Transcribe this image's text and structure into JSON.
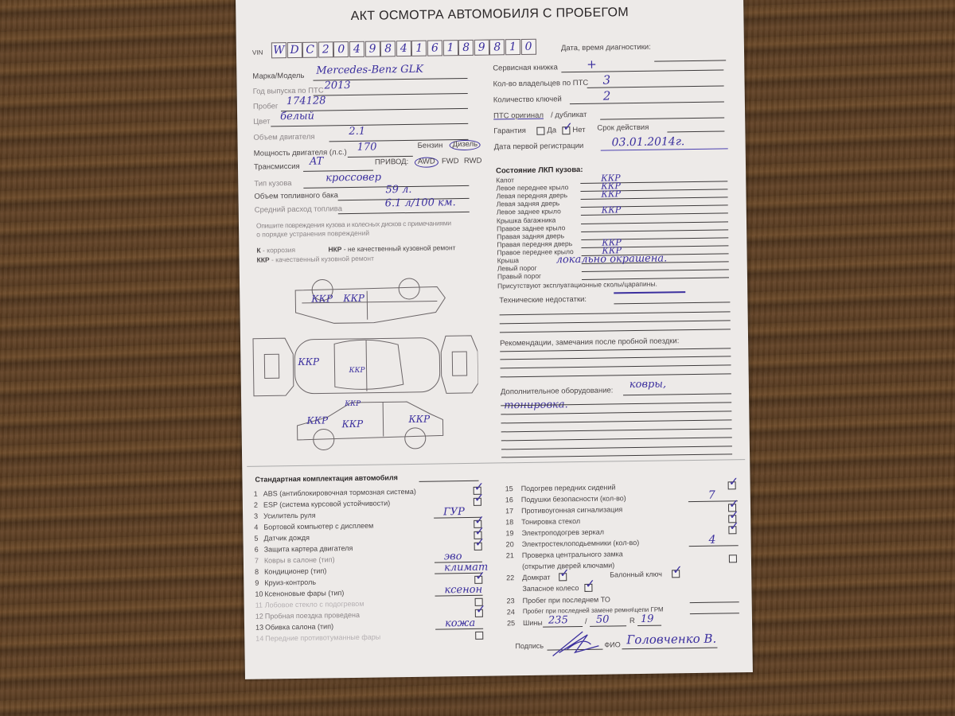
{
  "title": "АКТ ОСМОТРА АВТОМОБИЛЯ С ПРОБЕГОМ",
  "vin": {
    "label": "VIN",
    "chars": [
      "W",
      "D",
      "C",
      "2",
      "0",
      "4",
      "9",
      "8",
      "4",
      "1",
      "6",
      "1",
      "8",
      "9",
      "8",
      "1",
      "0"
    ]
  },
  "left_fields": [
    {
      "label": "Марка/Модель",
      "value": "Mercedes-Benz GLK"
    },
    {
      "label": "Год выпуска по ПТС",
      "value": "2013"
    },
    {
      "label": "Пробег",
      "value": "174128"
    },
    {
      "label": "Цвет",
      "value": "белый"
    },
    {
      "label": "Объем двигателя",
      "value": "2.1"
    },
    {
      "label": "Мощность двигателя (л.с.)",
      "value": "170"
    },
    {
      "label": "Трансмиссия",
      "value": "AT"
    },
    {
      "label": "Тип кузова",
      "value": "кроссовер"
    },
    {
      "label": "Объем топливного бака",
      "value": "59 л."
    },
    {
      "label": "Средний расход топлива",
      "value": "6.1 л/100 км."
    }
  ],
  "fuel": {
    "petrol": "Бензин",
    "diesel": "Дизель",
    "selected": "Дизель"
  },
  "drive": {
    "label": "ПРИВОД:",
    "options": [
      "AWD",
      "FWD",
      "RWD"
    ],
    "selected": "AWD"
  },
  "right_fields": {
    "diag_date": "Дата, время диагностики:",
    "service_book": {
      "label": "Сервисная книжка",
      "value": "+"
    },
    "owners": {
      "label": "Кол-во владельцев по ПТС",
      "value": "3"
    },
    "keys": {
      "label": "Количество ключей",
      "value": "2"
    },
    "pts": {
      "label_a": "ПТС оригинал",
      "label_b": " / дубликат",
      "selected": "оригинал"
    },
    "warranty": {
      "label": "Гарантия",
      "yes": "Да",
      "no": "Нет",
      "yes_checked": false,
      "no_checked": true,
      "term_label": "Срок действия"
    },
    "first_reg": {
      "label": "Дата первой регистрации",
      "value": "03.01.2014г."
    }
  },
  "paint": {
    "title": "Состояние ЛКП кузова:",
    "items": [
      {
        "label": "Капот",
        "value": "ККР"
      },
      {
        "label": "Левое переднее крыло",
        "value": "ККР"
      },
      {
        "label": "Левая передняя  дверь",
        "value": "ККР"
      },
      {
        "label": "Левая задняя дверь",
        "value": ""
      },
      {
        "label": "Левое заднее крыло",
        "value": "ККР"
      },
      {
        "label": "Крышка багажника",
        "value": ""
      },
      {
        "label": "Правое заднее крыло",
        "value": ""
      },
      {
        "label": "Правая задняя дверь",
        "value": ""
      },
      {
        "label": "Правая передняя дверь",
        "value": "ККР"
      },
      {
        "label": "Правое переднее крыло",
        "value": "ККР"
      },
      {
        "label": "Крыша",
        "value": "локально окрашена."
      },
      {
        "label": "Левый порог",
        "value": ""
      },
      {
        "label": "Правый порог",
        "value": ""
      }
    ],
    "chips": "Присутствуют эксплуатационные сколы/царапины."
  },
  "tech_label": "Технические недостатки:",
  "recommend_label": "Рекомендации, замечания после пробной поездки:",
  "extra": {
    "label": "Дополнительное оборудование:",
    "value1": "ковры,",
    "value2": "тонировка."
  },
  "damage": {
    "instr1": "Опишите повреждения кузова и колесных дисков с примечаниями",
    "instr2": "о порядке устранения повреждений",
    "k": "К",
    "k_text": " - коррозия",
    "nkr": "НКР",
    "nkr_text": " - не качественный кузовной ремонт",
    "kkr": "ККР",
    "kkr_text": " - качественный кузовной ремонт",
    "marks": [
      "ККР",
      "ККР",
      "ККР",
      "ККР",
      "ККР",
      "ККР",
      "ККР",
      "ККР"
    ]
  },
  "equipment": {
    "title": "Стандартная комплектация автомобиля",
    "left": [
      {
        "n": "1",
        "label": "ABS (антиблокировочная тормозная система)",
        "checked": true,
        "value": ""
      },
      {
        "n": "2",
        "label": "ESP (система курсовой устойчивости)",
        "checked": true,
        "value": ""
      },
      {
        "n": "3",
        "label": "Усилитель руля",
        "checked": false,
        "value": "ГУР"
      },
      {
        "n": "4",
        "label": "Бортовой компьютер с дисплеем",
        "checked": true,
        "value": ""
      },
      {
        "n": "5",
        "label": "Датчик дождя",
        "checked": true,
        "value": ""
      },
      {
        "n": "6",
        "label": "Защита картера двигателя",
        "checked": true,
        "value": ""
      },
      {
        "n": "7",
        "label": "Ковры в салоне (тип)",
        "checked": false,
        "value": "эво"
      },
      {
        "n": "8",
        "label": "Кондиционер (тип)",
        "checked": false,
        "value": "климат"
      },
      {
        "n": "9",
        "label": "Круиз-контроль",
        "checked": true,
        "value": ""
      },
      {
        "n": "10",
        "label": "Ксеноновые фары (тип)",
        "checked": false,
        "value": "ксенон"
      },
      {
        "n": "11",
        "label": "Лобовое стекло с подогревом",
        "checked": false,
        "value": ""
      },
      {
        "n": "12",
        "label": "Пробная поездка проведена",
        "checked": true,
        "value": ""
      },
      {
        "n": "13",
        "label": "Обивка салона (тип)",
        "checked": false,
        "value": "кожа"
      },
      {
        "n": "14",
        "label": "Передние противотуманные фары",
        "checked": false,
        "value": ""
      }
    ],
    "right": [
      {
        "n": "15",
        "label": "Подогрев передних сидений",
        "checked": true,
        "value": ""
      },
      {
        "n": "16",
        "label": "Подушки безопасности (кол-во)",
        "checked": false,
        "value": "7"
      },
      {
        "n": "17",
        "label": "Противоугонная сигнализация",
        "checked": true,
        "value": ""
      },
      {
        "n": "18",
        "label": "Тонировка стекол",
        "checked": true,
        "value": ""
      },
      {
        "n": "19",
        "label": "Электроподогрев зеркал",
        "checked": true,
        "value": ""
      },
      {
        "n": "20",
        "label": "Электростеклоподьемники (кол-во)",
        "checked": false,
        "value": "4"
      },
      {
        "n": "21",
        "label": "Проверка центрального замка",
        "checked": false,
        "value": ""
      }
    ],
    "lock_sub": "(открытие дверей ключами)",
    "jack": {
      "n": "22",
      "label": "Домкрат",
      "checked": true
    },
    "wrench": {
      "label": "Балонный ключ",
      "checked": true
    },
    "spare": {
      "label": "Запасное колесо",
      "checked": true
    },
    "last_to": {
      "n": "23",
      "label": "Пробег при последнем ТО"
    },
    "belt": {
      "n": "24",
      "label": "Пробег при последней замене ремня\\цепи ГРМ"
    },
    "tires": {
      "n": "25",
      "label": "Шины",
      "width": "235",
      "sep": "/",
      "profile": "50",
      "r": "R",
      "diameter": "19"
    },
    "signature_label": "Подпись",
    "fio_label": "ФИО",
    "fio_value": "Головченко В."
  }
}
